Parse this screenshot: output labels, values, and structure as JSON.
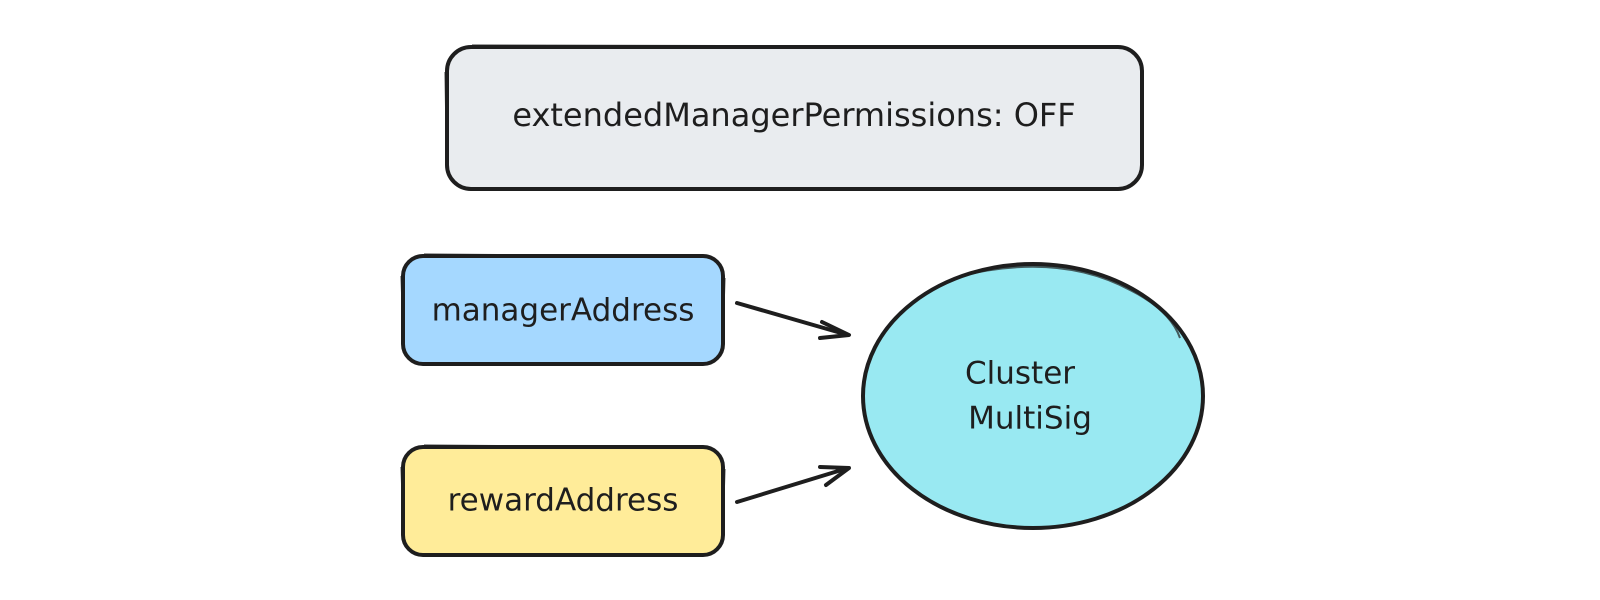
{
  "settings_box": {
    "label": "extendedManagerPermissions: OFF",
    "fill": "#e9ecef"
  },
  "manager_box": {
    "label": "managerAddress",
    "fill": "#a5d8ff"
  },
  "reward_box": {
    "label": "rewardAddress",
    "fill": "#ffec99"
  },
  "cluster_node": {
    "line1": "Cluster",
    "line2": "MultiSig",
    "fill": "#99e9f2"
  },
  "stroke_color": "#1e1e1e",
  "connections": [
    {
      "from": "managerAddress",
      "to": "Cluster MultiSig"
    },
    {
      "from": "rewardAddress",
      "to": "Cluster MultiSig"
    }
  ]
}
